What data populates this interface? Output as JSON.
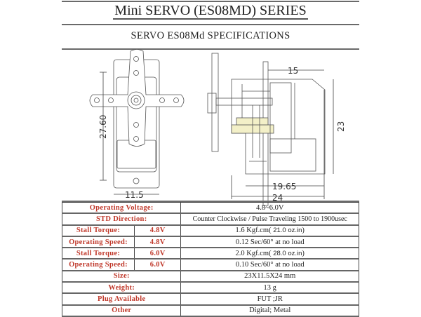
{
  "header": {
    "title": "Mini SERVO (ES08MD) SERIES",
    "subtitle": "SERVO ES08Md  SPECIFICATIONS"
  },
  "drawing": {
    "dimensions": {
      "front_height": "27.60",
      "front_width": "11.5",
      "side_top": "15",
      "side_height": "23",
      "side_inner": "19.65",
      "side_width": "24"
    }
  },
  "specs": {
    "rows": [
      {
        "label": "Operating Voltage:",
        "voltage": "",
        "value": "4.8~6.0V"
      },
      {
        "label": "STD Direction:",
        "voltage": "",
        "value": "Counter Clockwise / Pulse Traveling 1500 to 1900usec"
      },
      {
        "label": "Stall  Torque:",
        "voltage": "4.8V",
        "value": "1.6 Kgf.cm(",
        "value_small": "21.0 oz.in",
        "value_end": ")"
      },
      {
        "label": "Operating Speed:",
        "voltage": "4.8V",
        "value": "0.12 Sec/60° at no load"
      },
      {
        "label": "Stall  Torque:",
        "voltage": "6.0V",
        "value": "2.0 Kgf.cm(",
        "value_small": "28.0 oz.in",
        "value_end": ")"
      },
      {
        "label": "Operating Speed:",
        "voltage": "6.0V",
        "value": "0.10 Sec/60° at no load"
      },
      {
        "label": "Size:",
        "voltage": "",
        "value": "23X11.5X24 mm"
      },
      {
        "label": "Weight:",
        "voltage": "",
        "value": "13 g"
      },
      {
        "label": "Plug  Available",
        "voltage": "",
        "value": "FUT ;JR"
      },
      {
        "label": "Other",
        "voltage": "",
        "value": "Digital; Metal"
      }
    ]
  },
  "colors": {
    "label": "#c0392b",
    "rule": "#6a6a6a",
    "highlight": "#f3f0c8"
  }
}
